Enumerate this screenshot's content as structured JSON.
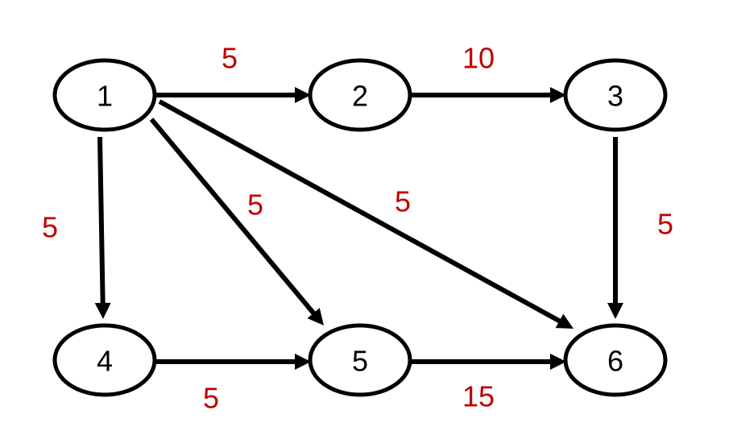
{
  "nodes": [
    {
      "id": "1",
      "label": "1"
    },
    {
      "id": "2",
      "label": "2"
    },
    {
      "id": "3",
      "label": "3"
    },
    {
      "id": "4",
      "label": "4"
    },
    {
      "id": "5",
      "label": "5"
    },
    {
      "id": "6",
      "label": "6"
    }
  ],
  "edges": [
    {
      "from": "1",
      "to": "2",
      "weight": "5"
    },
    {
      "from": "2",
      "to": "3",
      "weight": "10"
    },
    {
      "from": "1",
      "to": "4",
      "weight": "5"
    },
    {
      "from": "1",
      "to": "5",
      "weight": "5"
    },
    {
      "from": "1",
      "to": "6",
      "weight": "5"
    },
    {
      "from": "3",
      "to": "6",
      "weight": "5"
    },
    {
      "from": "4",
      "to": "5",
      "weight": "5"
    },
    {
      "from": "5",
      "to": "6",
      "weight": "15"
    }
  ],
  "colors": {
    "node_stroke": "#000000",
    "edge": "#000000",
    "weight_text": "#c00000"
  }
}
